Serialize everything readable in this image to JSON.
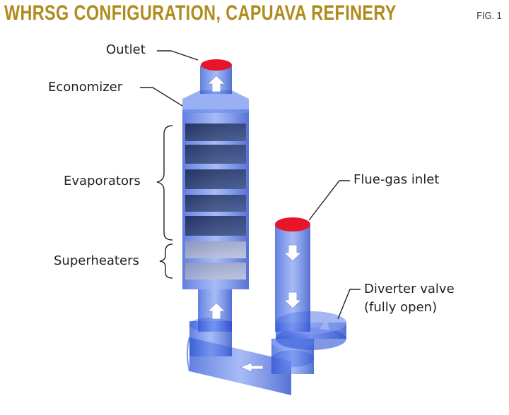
{
  "figure": {
    "title": "WHRSG CONFIGURATION, CAPUAVA REFINERY",
    "fig_label": "FIG. 1"
  },
  "labels": {
    "outlet": "Outlet",
    "economizer": "Economizer",
    "evaporators": "Evaporators",
    "superheaters": "Superheaters",
    "flue_gas_inlet": "Flue-gas inlet",
    "diverter_valve_line1": "Diverter valve",
    "diverter_valve_line2": "(fully open)"
  },
  "colors": {
    "title": "#b08a1c",
    "duct": "#4a6fe0",
    "opening": "#e8142a"
  }
}
